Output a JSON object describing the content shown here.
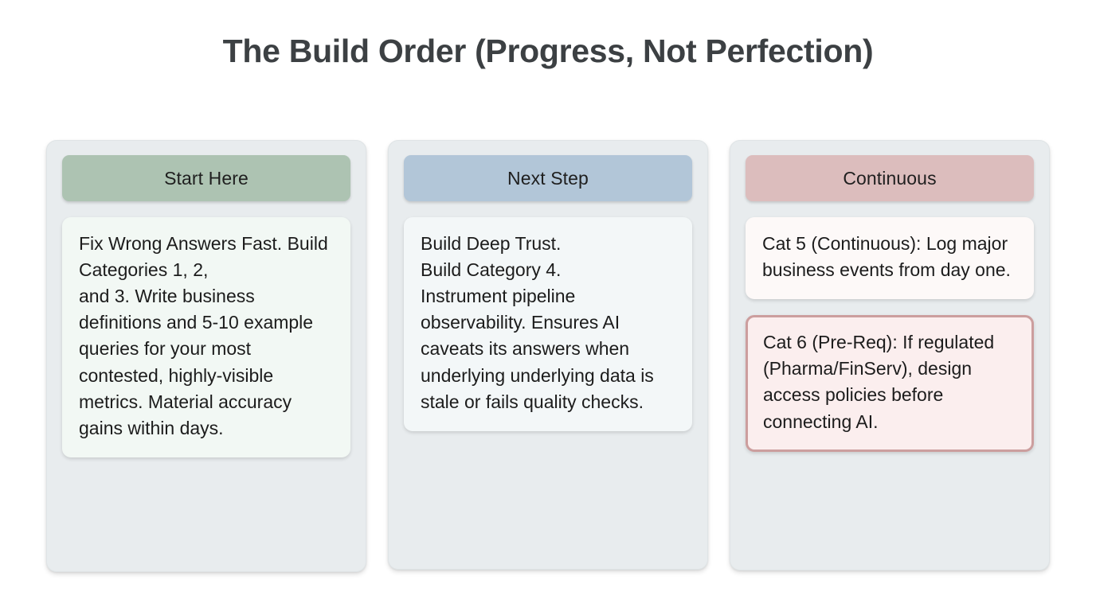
{
  "slide": {
    "title": "The Build Order (Progress, Not Perfection)",
    "background_color": "#ffffff",
    "title_color": "#3c4043"
  },
  "columns": [
    {
      "id": "start-here",
      "header_label": "Start Here",
      "header_color": "#adc3b2",
      "panel_color": "#e8ecee",
      "cards": [
        {
          "id": "col1-card1",
          "background_color": "#f2f8f4",
          "text": "Fix Wrong Answers Fast. Build Categories 1, 2,\nand 3. Write business definitions and 5-10 example queries for your most contested, highly-visible metrics. Material accuracy gains within days."
        }
      ]
    },
    {
      "id": "next-step",
      "header_label": "Next Step",
      "header_color": "#b2c6d8",
      "panel_color": "#e8ecee",
      "cards": [
        {
          "id": "col2-card1",
          "background_color": "#f3f7f8",
          "text": "Build Deep Trust.\nBuild Category 4.\nInstrument pipeline observability. Ensures AI caveats its answers when underlying underlying data is stale or fails quality checks."
        }
      ]
    },
    {
      "id": "continuous",
      "header_label": "Continuous",
      "header_color": "#dcbdbd",
      "panel_color": "#e8ecee",
      "cards": [
        {
          "id": "col3-card1",
          "background_color": "#fdf9f8",
          "text": "Cat 5 (Continuous): Log major business events from day one."
        },
        {
          "id": "col3-card2",
          "background_color": "#fbeeee",
          "border_color": "#cc9e9e",
          "text": "Cat 6 (Pre-Req): If regulated (Pharma/FinServ), design access policies before connecting AI."
        }
      ]
    }
  ]
}
